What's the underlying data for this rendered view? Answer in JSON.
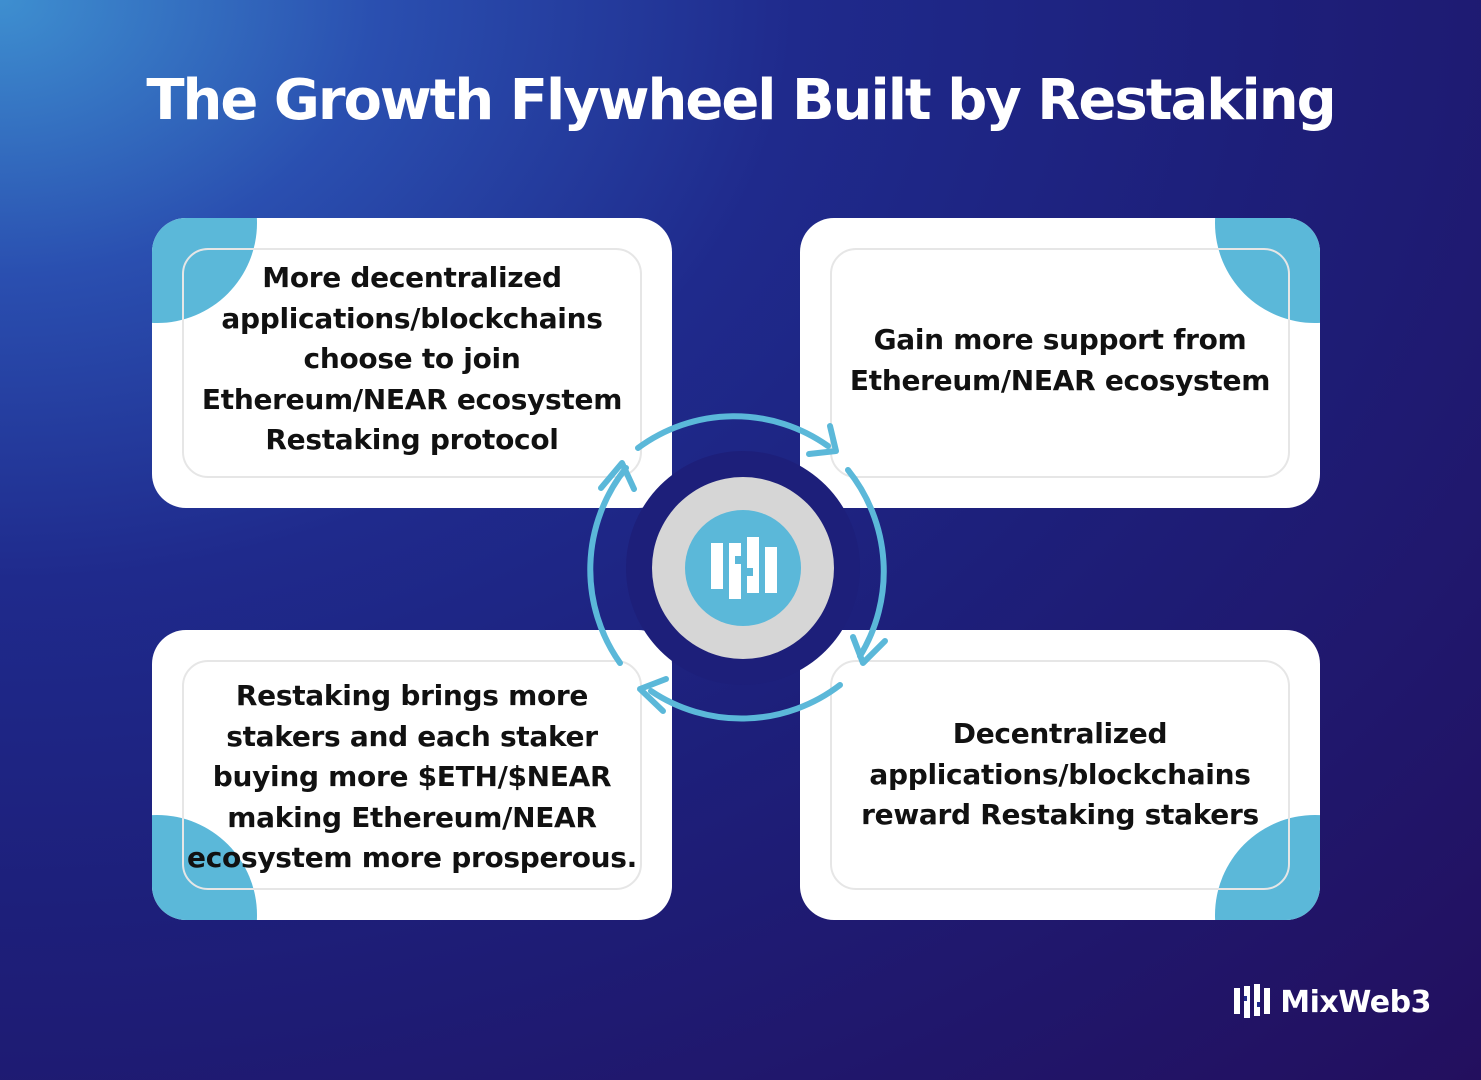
{
  "title": "The Growth Flywheel Built by Restaking",
  "cards": [
    {
      "text": "More decentralized applications/blockchains choose to join Ethereum/NEAR ecosystem Restaking protocol"
    },
    {
      "text": "Gain more support from Ethereum/NEAR ecosystem"
    },
    {
      "text": "Restaking brings more stakers and each staker buying more $ETH/$NEAR making Ethereum/NEAR ecosystem more prosperous."
    },
    {
      "text": "Decentralized applications/blockchains reward Restaking stakers"
    }
  ],
  "brand": {
    "name": "MixWeb3",
    "icon": "mixweb3-logo-icon"
  },
  "center": {
    "icon": "mixweb3-logo-icon"
  },
  "colors": {
    "accent": "#5bb8d9",
    "card": "#ffffff",
    "text": "#111111"
  }
}
